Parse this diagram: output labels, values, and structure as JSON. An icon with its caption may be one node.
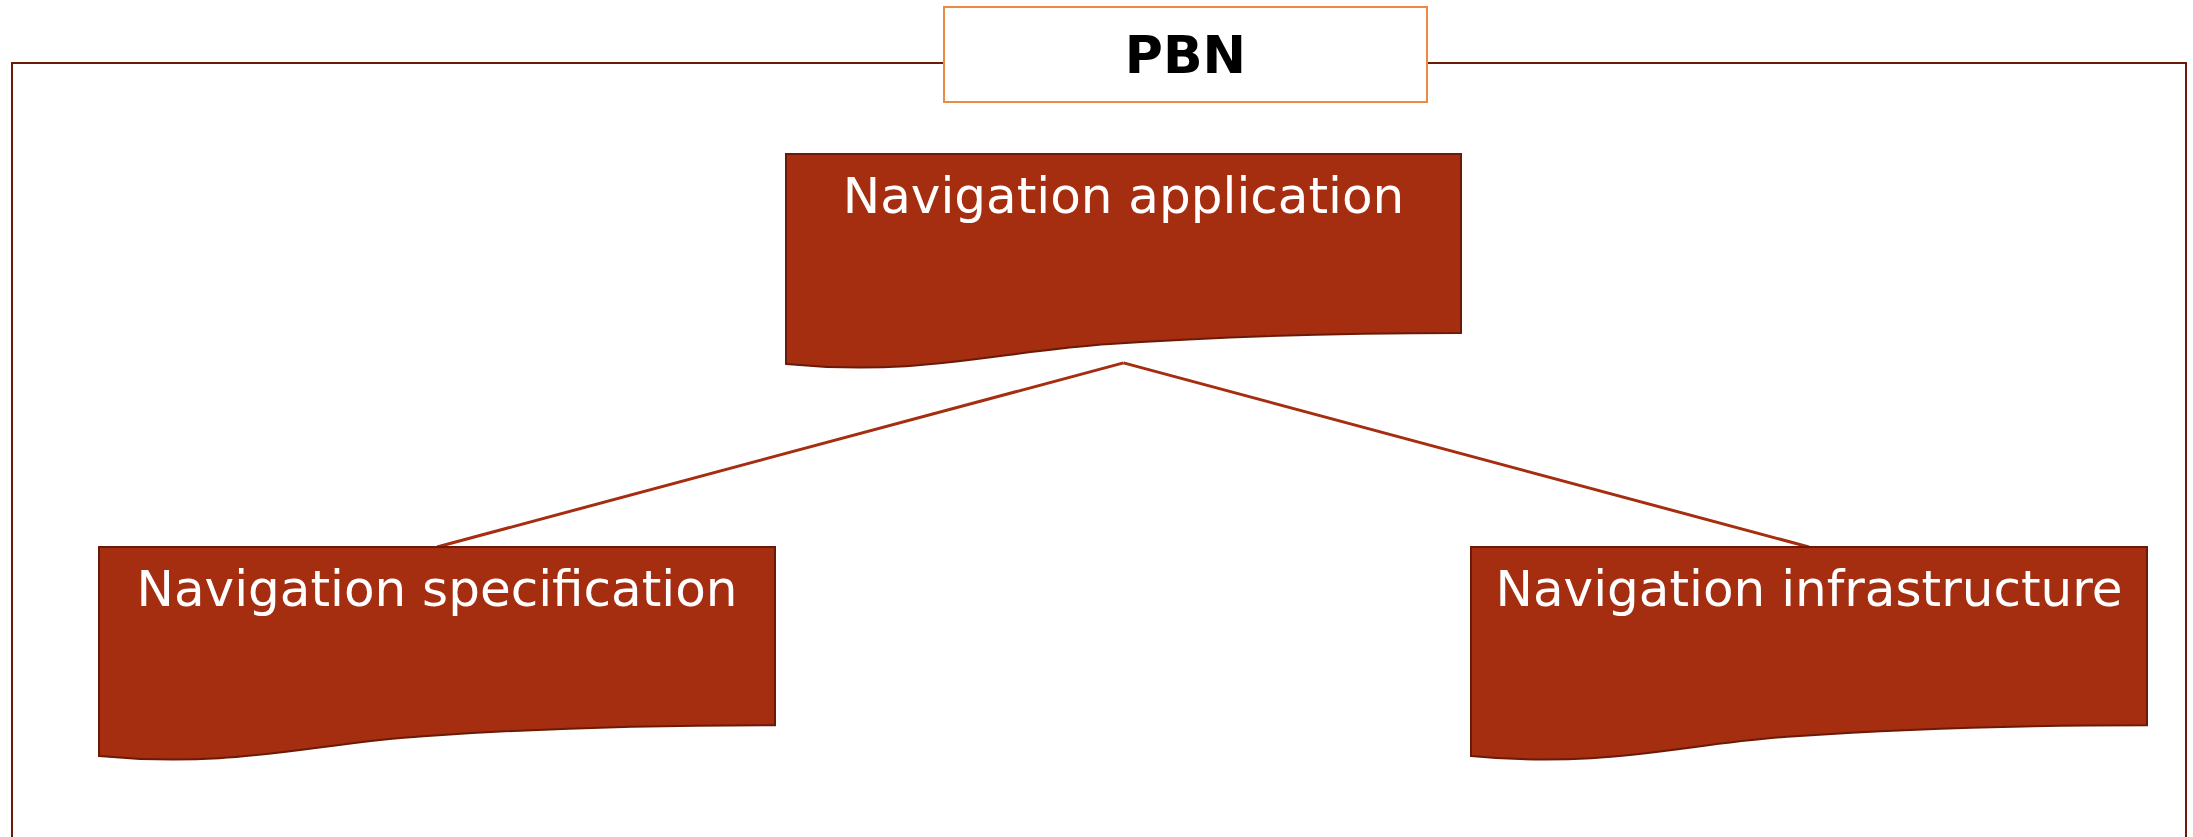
{
  "diagram": {
    "nodes": [
      {
        "text": [
          "PBN"
        ]
      },
      {
        "text": [
          "Navigation application"
        ],
        "in": 0
      },
      {
        "text": [
          "Navigation specification"
        ],
        "in": 0
      },
      {
        "text": [
          "Navigation infrastructure"
        ],
        "in": 0
      }
    ],
    "edges": [
      {
        "from": 1,
        "to": 2,
        "arrow": "none"
      },
      {
        "from": 1,
        "to": 3,
        "arrow": "none"
      }
    ]
  }
}
